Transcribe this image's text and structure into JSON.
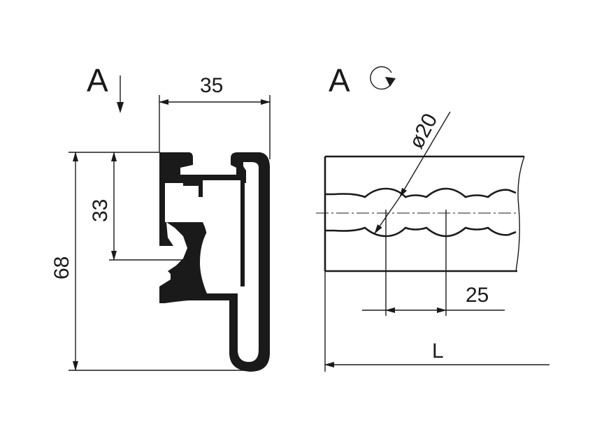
{
  "left_view": {
    "view_label": "A",
    "dim_width": "35",
    "dim_height_total": "68",
    "dim_height_partial": "33"
  },
  "right_view": {
    "view_label": "A",
    "dim_hole_diameter": "ø20",
    "dim_pitch": "25",
    "dim_length": "L"
  },
  "icons": {
    "view_direction": "down-arrow-icon",
    "rotation": "rotate-clockwise-icon"
  }
}
